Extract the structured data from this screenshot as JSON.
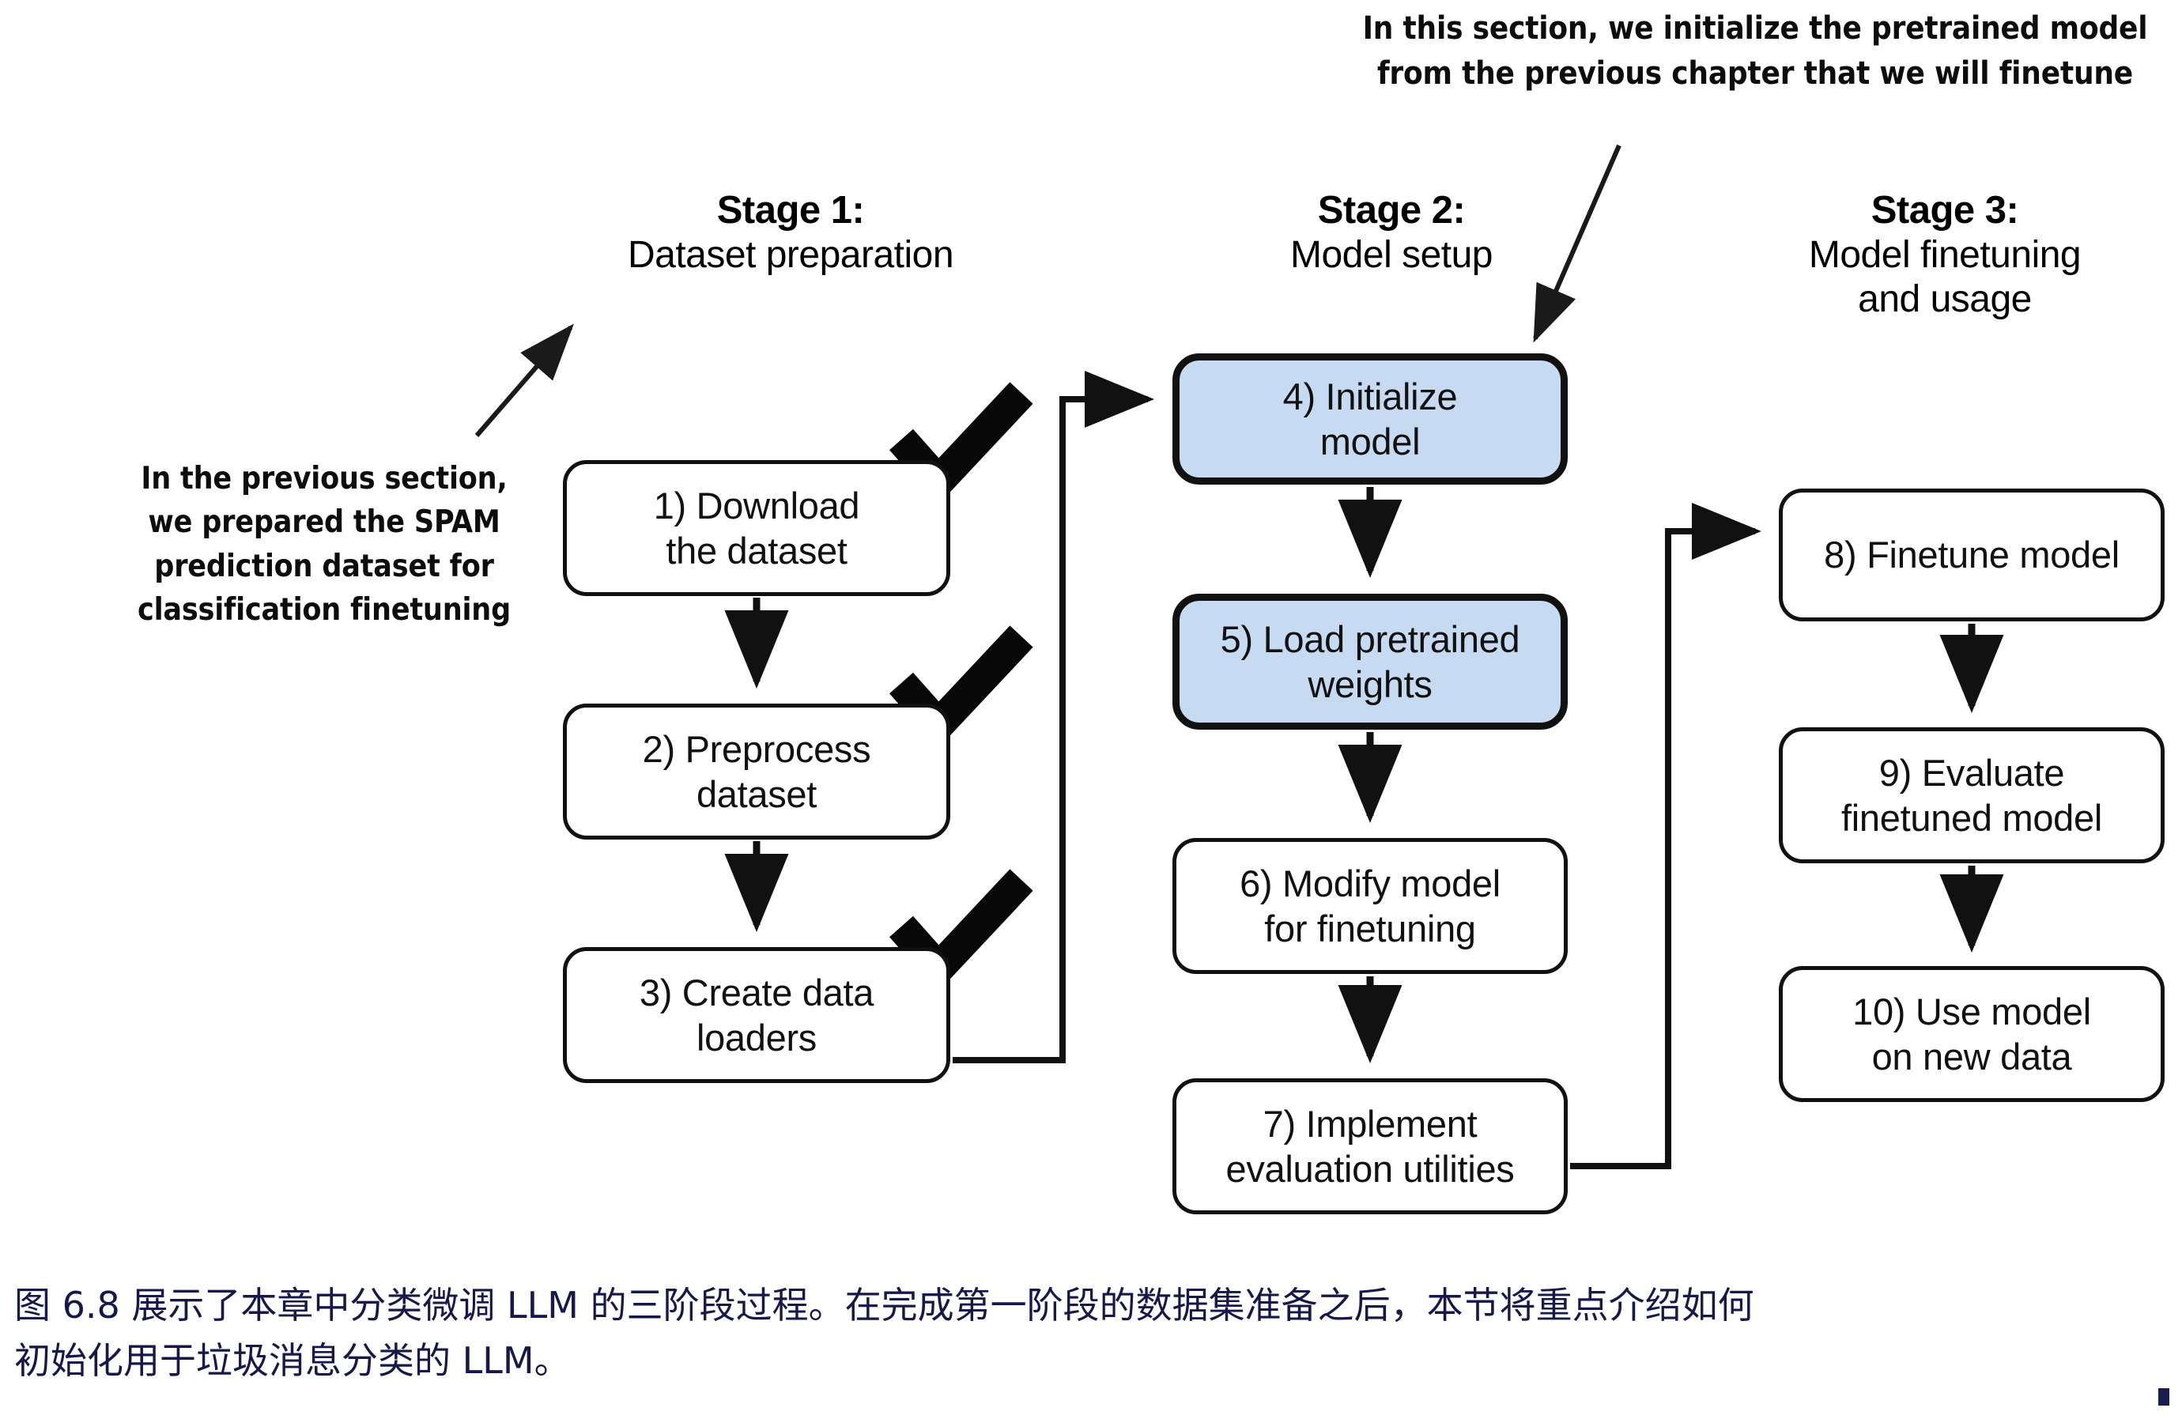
{
  "notes": {
    "top": {
      "lines": [
        "In this section, we initialize the pretrained model",
        "from the previous chapter that we will finetune"
      ]
    },
    "left": {
      "lines": [
        "In the previous section,",
        "we prepared the SPAM",
        "prediction dataset for",
        "classification finetuning"
      ]
    }
  },
  "stages": [
    {
      "title": "Stage 1:",
      "subtitle_lines": [
        "Dataset preparation"
      ]
    },
    {
      "title": "Stage 2:",
      "subtitle_lines": [
        "Model setup"
      ]
    },
    {
      "title": "Stage 3:",
      "subtitle_lines": [
        "Model finetuning",
        "and usage"
      ]
    }
  ],
  "boxes": {
    "b1": {
      "lines": [
        "1) Download",
        "the dataset"
      ],
      "highlight": "none"
    },
    "b2": {
      "lines": [
        "2) Preprocess",
        "dataset"
      ],
      "highlight": "none"
    },
    "b3": {
      "lines": [
        "3) Create data",
        "loaders"
      ],
      "highlight": "none"
    },
    "b4": {
      "lines": [
        "4) Initialize",
        "model"
      ],
      "highlight": "blue"
    },
    "b5": {
      "lines": [
        "5) Load pretrained",
        "weights"
      ],
      "highlight": "blue"
    },
    "b6": {
      "lines": [
        "6) Modify model",
        "for finetuning"
      ],
      "highlight": "none"
    },
    "b7": {
      "lines": [
        "7) Implement",
        "evaluation utilities"
      ],
      "highlight": "none"
    },
    "b8": {
      "lines": [
        "8) Finetune model"
      ],
      "highlight": "none"
    },
    "b9": {
      "lines": [
        "9) Evaluate",
        "finetuned model"
      ],
      "highlight": "none"
    },
    "b10": {
      "lines": [
        "10) Use model",
        "on new data"
      ],
      "highlight": "none"
    }
  },
  "caption": {
    "lines": [
      "图 6.8 展示了本章中分类微调 LLM 的三阶段过程。在完成第一阶段的数据集准备之后，本节将重点介绍如何",
      "初始化用于垃圾消息分类的 LLM。"
    ]
  },
  "colors": {
    "highlight_fill": "#c6dbf2",
    "stroke": "#111111",
    "caption_text": "#16184a",
    "background": "#ffffff"
  },
  "icons": {
    "checkmark": "check-icon",
    "arrow_down": "arrow-down-icon",
    "arrow_right": "arrow-right-icon",
    "pointer_up": "pointer-arrow-up-icon",
    "pointer_down": "pointer-arrow-down-icon"
  }
}
